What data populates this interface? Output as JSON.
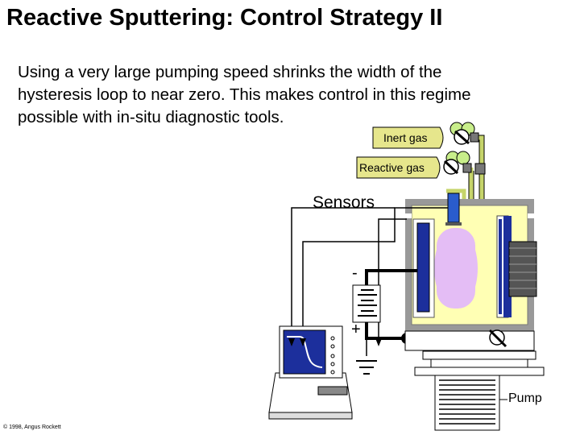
{
  "slide": {
    "title": "Reactive Sputtering: Control Strategy II",
    "body_lines": [
      "Using a very large pumping speed shrinks the width of the",
      "hysteresis loop to near zero.  This makes control in this regime",
      "possible with in-situ diagnostic tools."
    ],
    "copyright": "© 1998, Angus Rockett"
  },
  "diagram": {
    "inert_gas_label": "Inert gas",
    "reactive_gas_label": "Reactive gas",
    "sensors_label": "Sensors",
    "minus_label": "-",
    "plus_label": "+",
    "pump_label": "Pump"
  },
  "colors": {
    "gas_box": "#e6e68c",
    "chamber_fill": "#ffffb4",
    "plasma": "#e4bdf5",
    "target": "#1c2f9c",
    "monitor_screen": "#1c2f9c",
    "sensor_probe": "#2a5ccc",
    "valve_ball": "#c8ee8a"
  }
}
